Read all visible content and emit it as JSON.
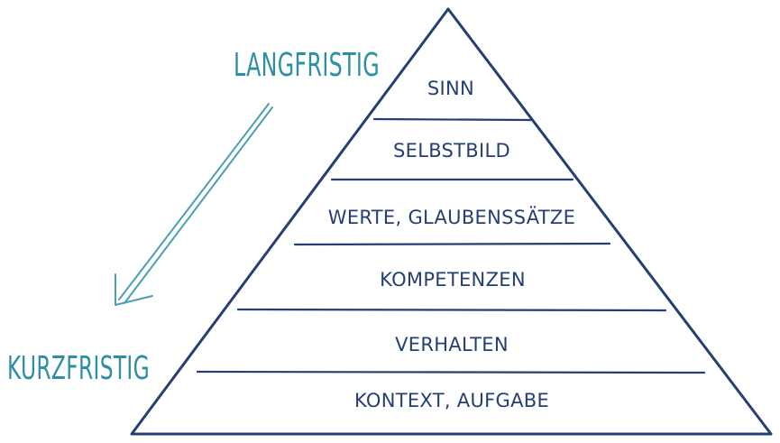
{
  "colors": {
    "pyramid": "#243f70",
    "accent": "#2e8fa3",
    "background": "#ffffff"
  },
  "labels": {
    "top": "LANGFRISTIG",
    "bottom": "KURZFRISTIG"
  },
  "levels": [
    {
      "label": "SINN"
    },
    {
      "label": "SELBSTBILD"
    },
    {
      "label": "WERTE, GLAUBENSSÄTZE"
    },
    {
      "label": "KOMPETENZEN"
    },
    {
      "label": "VERHALTEN"
    },
    {
      "label": "KONTEXT, AUFGABE"
    }
  ]
}
